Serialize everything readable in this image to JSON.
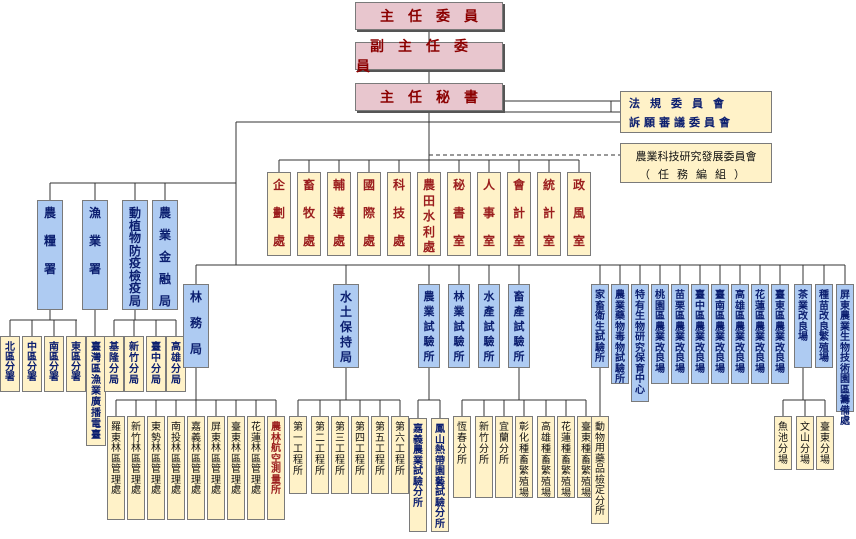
{
  "top": {
    "chairman": "主任委員",
    "vice_chairman": "副主任委員",
    "secretary_general": "主任秘書"
  },
  "committees": {
    "regulations": "法規委員會",
    "petitions": "訴願審議委員會",
    "rd_committee": "農業科技研究發展委員會",
    "rd_committee_note": "（任務編組）"
  },
  "departments": [
    "企劃處",
    "畜牧處",
    "輔導處",
    "國際處",
    "科技處",
    "農田水利處",
    "秘書室",
    "人事室",
    "會計室",
    "統計室",
    "政風室"
  ],
  "left_agencies": [
    "農糧署",
    "漁業署",
    "動植物防疫檢疫局",
    "農業金融局"
  ],
  "agfood_branches": [
    "北區分署",
    "中區分署",
    "南區分署",
    "東區分署"
  ],
  "fisheries_branch": "臺灣區漁業廣播電臺",
  "bapi_branches": [
    "基隆分局",
    "新竹分局",
    "臺中分局",
    "高雄分局"
  ],
  "forestry": {
    "name": "林務局",
    "branches": [
      "羅東林區管理處",
      "新竹林區管理處",
      "東勢林區管理處",
      "南投林區管理處",
      "嘉義林區管理處",
      "屏東林區管理處",
      "臺東林區管理處",
      "花蓮林區管理處",
      "農林航空測量所"
    ]
  },
  "swcb": {
    "name": "水土保持局",
    "branches": [
      "第一工程所",
      "第二工程所",
      "第三工程所",
      "第四工程所",
      "第五工程所",
      "第六工程所"
    ]
  },
  "institutes": [
    "農業試驗所",
    "林業試驗所",
    "水產試驗所",
    "畜產試驗所"
  ],
  "tari_branches": [
    "嘉義農業試驗分所",
    "鳳山熱帶園藝試驗分所"
  ],
  "tlri_branches": [
    "恆春分所",
    "新竹分所",
    "宜蘭分所",
    "彰化種畜繁殖場",
    "高雄種畜繁殖場",
    "花蓮種畜繁殖場",
    "臺東種畜繁殖場"
  ],
  "right_units": [
    "家畜衛生試驗所",
    "農業藥物毒物試驗所",
    "特有生物研究保育中心",
    "桃園區農業改良場",
    "苗栗區農業改良場",
    "臺中區農業改良場",
    "臺南區農業改良場",
    "高雄區農業改良場",
    "花蓮區農業改良場",
    "臺東區農業改良場",
    "茶業改良場",
    "種苗改良繁殖場",
    "屏東農業生物技術園區籌備處"
  ],
  "acri_branch": "動物用藥品檢定分所",
  "tea_branches": [
    "魚池分場",
    "文山分場",
    "臺東分場"
  ]
}
